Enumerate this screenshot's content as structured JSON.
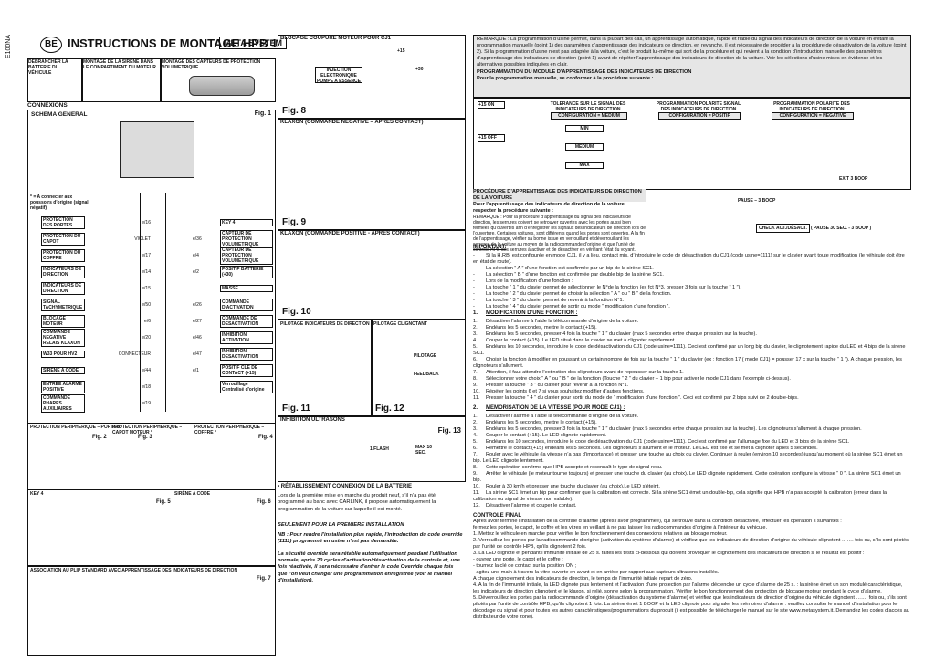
{
  "header": {
    "side_code": "E100NA",
    "brand": "BE",
    "title": "INSTRUCTIONS DE MONTAGE HPB 1",
    "meta_logo": "META SYSTEM"
  },
  "top_panels": [
    "DÉBRANCHER LA BATTERIE DU VÉHICULE",
    "MONTAGE DE LA SIRENE DANS LE COMPARTIMENT DU MOTEUR",
    "MONTAGE DES CAPTEURS DE PROTECTION VOLUMETRIQUE"
  ],
  "connexions": "CONNEXIONS",
  "schema": {
    "title": "SCHEMA GENERAL",
    "fig": "Fig. 1"
  },
  "legend_note": "* = A connecter aux poussoirs d'origine (signal négatif)",
  "left_labels": [
    {
      "label": "PROTECTION DES PORTES",
      "wire": "e/16"
    },
    {
      "label": "PROTECTION DU CAPOT",
      "wire": "VIOLET"
    },
    {
      "label": "PROTECTION DU COFFRE",
      "wire": "e/17"
    },
    {
      "label": "INDICATEURS DE DIRECTION",
      "wire": "e/14"
    },
    {
      "label": "INDICATEURS DE DIRECTION",
      "wire": "e/15"
    },
    {
      "label": "SIGNAL TACHYMETRIQUE",
      "wire": "e/50"
    },
    {
      "label": "BLOCAGE MOTEUR",
      "wire": "e/6"
    },
    {
      "label": "COMMANDE NEGATIVE RELAIS KLAXON",
      "wire": "e/20"
    },
    {
      "label": "W33 POUR HV2",
      "wire": "CONNECTEUR"
    },
    {
      "label": "SIRENE A CODE",
      "wire": "e/44"
    },
    {
      "label": "ENTREE ALARME POSITIVE",
      "wire": "e/18"
    },
    {
      "label": "COMMANDE PHARES AUXILIAIRES",
      "wire": "e/19"
    }
  ],
  "right_labels": [
    {
      "label": "KEY 4"
    },
    {
      "label": "CAPTEUR DE PROTECTION VOLUMETRIQUE",
      "wire": "e/36"
    },
    {
      "label": "CAPTEUR DE PROTECTION VOLUMETRIQUE",
      "wire": "e/4"
    },
    {
      "label": "POSITIF BATTERIE (+30)",
      "wire": "e/2"
    },
    {
      "label": "MASSE",
      "wire": ""
    },
    {
      "label": "COMMANDE D'ACTIVATION",
      "wire": "e/26"
    },
    {
      "label": "COMMANDE DE DESACTIVATION",
      "wire": "e/27"
    },
    {
      "label": "INHIBITION ACTIVATION",
      "wire": "e/46"
    },
    {
      "label": "INHIBITION DESACTIVATION",
      "wire": "e/47"
    },
    {
      "label": "POSITIF CLE DE CONTACT (+15)",
      "wire": "e/1"
    },
    {
      "label": "Verrouillage Centralisé d'origine",
      "wire": ""
    }
  ],
  "figures": {
    "fig8": {
      "title": "BLOCAGE COUPURE MOTEUR POUR CJ1",
      "fig": "Fig. 8",
      "box": "INJECTION ELECTRONIQUE POMPE A ESSENCE",
      "v1": "+15",
      "v2": "+30"
    },
    "fig9": {
      "title": "KLAXON (COMMANDE NÉGATIVE – APRES CONTACT)",
      "fig": "Fig. 9"
    },
    "fig10": {
      "title": "KLAXON (COMMANDE POSITIVE - APRES CONTACT)",
      "fig": "Fig. 10"
    },
    "fig11": {
      "title": "PILOTAGE INDICATEURS DE DIRECTION",
      "fig": "Fig. 11"
    },
    "fig12": {
      "title": "PILOTAGE CLIGNOTANT",
      "fig": "Fig. 12",
      "l1": "PILOTAGE",
      "l2": "FEEDBACK"
    },
    "fig13": {
      "title": "INHIBITION ULTRASONS",
      "fig": "Fig. 13",
      "flash": "1 FLASH",
      "max": "MAX 10 SEC."
    }
  },
  "bottom_left": {
    "periph": [
      "PROTECTION PERIPHERIQUE – PORTES*",
      "PROTECTION PERIPHERIQUE – CAPOT MOTEUR *",
      "PROTECTION PERIPHERIQUE – COFFRE *"
    ],
    "fig2": "Fig. 2",
    "fig3": "Fig. 3",
    "fig4": "Fig. 4",
    "key4": "KEY 4",
    "sirene": "SIRÈNE A CODE",
    "fig5": "Fig. 5",
    "fig6": "Fig. 6",
    "asso": "ASSOCIATION AU PLIP STANDARD AVEC APPRENTISSAGE DES INDICATEURS DE DIRECTION",
    "fig7": "Fig. 7"
  },
  "battery": {
    "title": "• RÉTABLISSEMENT CONNEXION DE LA BATTERIE",
    "p1": "Lors de la première mise en marche du produit neuf, s’il n’a pas été programmé au banc avec CARLINK, il propose automatiquement la programmation de la voiture sur laquelle il est monté.",
    "p2_title": "SEULEMENT POUR LA PREMIERE INSTALLATION",
    "p2": "NB : Pour rendre l'installation plus rapide, l'introduction du code override (1111) programmé en usine n'est pas demandée.",
    "p3": "La sécurité override sera rétablie automatiquement pendant l'utilisation normale, après 20 cycles d'activation/désactivation de la centrale et, une fois réactivée, il sera nécessaire d'entrer le code Override chaque fois que l'on veut changer une programmation enregistrée (voir le manuel d'installation)."
  },
  "remarque": {
    "text": "REMARQUE : La programmation d’usine permet, dans la plupart des cas, un apprentissage automatique, rapide et fiable du signal des indicateurs de direction de la voiture en évitant la programmation manuelle (point 1) des paramètres d’apprentissage des indicateurs de direction, en revanche, il est nécessaire de procéder à la procédure de désactivation de la voiture (point 2). Si la programmation d’usine n’est pas adaptée à la voiture, c’est le produit lui-même qui sort de la procédure et qui revient à la condition d’introduction manuelle des paramètres d’apprentissage des indicateurs de direction (point 1) avant de répéter l’apprentissage des indicateurs de direction de la voiture. Voir les sélections d’usine mises en évidence et les alternatives possibles indiquées en clair.",
    "prog_title": "PROGRAMMATION DU MODULE D’APPRENTISSAGE DES INDICATEURS DE DIRECTION",
    "prog_sub": "Pour la programmation manuelle, se conformer à la procédure suivante :"
  },
  "flow": {
    "c1": "TOLERANCE SUR LE SIGNAL DES INDICATEURS DE DIRECTION",
    "c1b": "CONFIGURATION = MEDIUM",
    "c2": "PROGRAMMATION POLARITE SIGNAL DES INDICATEURS DE DIRECTION",
    "c2b": "CONFIGURATION = POSITIF",
    "c3": "PROGRAMMATION POLARITE DES INDICATEURS DE DIRECTION",
    "c3b": "CONFIGURATION = NEGATIVE",
    "min": "MIN",
    "medium": "MEDIUM",
    "max": "MAX",
    "on": "+15 ON",
    "off": "+15 OFF",
    "exit": "EXIT 3 BOOP"
  },
  "proc2": {
    "title": "PROCÉDURE D’APPRENTISSAGE DES INDICATEURS DE DIRECTION DE LA VOITURE",
    "sub": "Pour l’apprentissage des indicateurs de direction de la voiture, respecter la procédure suivante :",
    "remarque": "REMARQUE : Pour la procédure d’apprentissage du signal des indicateurs de direction, les serrures doivent se retrouver ouvertes avec les portes aussi bien fermées qu’ouvertes afin d’enregistrer les signaux des indicateurs de direction lors de l’ouverture. Certaines voitures, sont différents quand les portes sont ouvertes. A la fin de l’apprentissage, vérifier sa bonne issue en verrouillant et déverrouillant les serrures de la voiture au moyen de la radiocommande d’origine et que l’unité de contrôle HPB des serrures à activer et de désactiver en vérifiant l’état du voyant.",
    "check": "CHECK ACT./DÉSACT.",
    "pause": "( PAUSE 30 SEC. - 3 BOOP )",
    "pause2": "PAUSE – 3 BOOP"
  },
  "important": {
    "title": "IMPORTANT:",
    "items": [
      "Si la H.RB. est configurée en mode CJ1, il y a lieu, contact mis, d’introduire le code de désactivation du CJ1 (code usine=1111) sur le clavier avant toute modification (le véhicule doit être en état de route).",
      "La sélection “ A ” d’une fonction est confirmée par un bip de la sirène SC1.",
      "La sélection “ B ” d’une fonction est confirmée par double bip de la sirène SC1.",
      "Lors de la modification d’une fonction :",
      "La touche “ 1 ” du clavier permet de sélectionner le N°de la fonction (ex fct N°3, presser 3 fois sur la touche “ 1 ”).",
      "La touche “ 2 ” du clavier permet de choisir la sélection “ A ” ou “ B ” de la fonction.",
      "La touche “ 3 ” du clavier permet de revenir à la fonction N°1.",
      "La touche “ 4 ” du clavier permet de sortir du mode “ modification d’une fonction ”."
    ]
  },
  "section1": {
    "num": "1.",
    "title": "MODIFICATION D’UNE FONCTION :",
    "items": [
      "Désactiver l’alarme à l’aide la télécommande d’origine de la voiture.",
      "Endéans les 5 secondes, mettre le contact (+15).",
      "Endéans les 5 secondes, presser 4 fois la touche “ 1 ” du clavier (max 5 secondes entre chaque pression sur la touche).",
      "Couper le contact (+15). Le LED situé dans le clavier se met à clignoter rapidement.",
      "Endéans les 10 secondes, introduire le code de désactivation du CJ1 (code usine=1111). Ceci est confirmé par un long bip du clavier, le clignotement rapide du LED et 4 bips de la sirène SC1.",
      "Choisir la fonction à modifier en poussant un certain nombre de fois sur la touche “ 1 ” du clavier (ex : fonction 17 ( mode CJ1) = pousser 17 x sur la touche “ 1 ”). A chaque pression, les clignoteurs s’allument.",
      "Attention, il faut attendre l’extinction des clignoteurs avant de repousser sur la touche 1.",
      "Sélectionner votre choix “ A ” ou “ B ” de la fonction (Touche “ 2 ” du clavier – 1 bip pour activer le mode CJ1 dans l’exemple ci-dessus).",
      "Presser la touche “ 3 ” du clavier pour revenir à la fonction N°1.",
      "Répéter les points 6 et 7 si vous souhaitez modifier d’autres fonctions.",
      "Presser la touche “ 4 ” du clavier pour sortir du mode de “ modification d’une fonction ”. Ceci est confirmé par 2 bips suivi de 2 double-bips."
    ]
  },
  "section2": {
    "num": "2.",
    "title": "MEMORISATION DE LA VITESSE (POUR MODE CJ1) :",
    "items": [
      "Désactiver l’alarme à l’aide la télécommande d’origine de la voiture.",
      "Endéans les 5 secondes, mettre le contact (+15).",
      "Endéans les 5 secondes, presser 3 fois la touche “ 1 ” du clavier (max 5 secondes entre chaque pression sur la touche). Les clignoteurs s’allument à chaque pression.",
      "Couper le contact (+15). Le LED clignote rapidement.",
      "Endéans les 10 secondes, introduire le code de désactivation du CJ1 (code usine=1111). Ceci est confirmé par l’allumage fixe du LED et 3 bips de la sirène SC1.",
      "Remettre le contact (+15) endéans les 5 secondes. Les clignoteurs s’allument et le moteur. Le LED est fixe et se met à clignoter après 5 secondes.",
      "Rouler avec le véhicule (la vitesse n’a pas d’importance) et presser une touche au choix du clavier. Continuer à rouler (environ 10 secondes) jusqu’au moment où la sirène SC1 émet un bip. Le LED clignote lentement.",
      "Cette opération confirme que HPB accepte et reconnaît le type de signal reçu.",
      "Arrêter le véhicule (le moteur tourne toujours) et presser une touche du clavier (au choix). Le LED clignote rapidement. Cette opération configure la vitesse “ 0 ”. La sirène SC1 émet un bip.",
      "Rouler à 30 km/h et presser une touche du clavier (au choix).Le LED s’éteint.",
      "La sirène SC1 émet un bip pour confirmer que la calibration est correcte. Si la sirène SC1 émet un double-bip, cela signifie que HPB n’a pas accepté la calibration (erreur dans la calibration ou signal de vitesse non valable).",
      "Désactiver l’alarme et couper le contact."
    ]
  },
  "controle": {
    "title": "CONTROLE FINAL",
    "intro": "Après avoir terminé l’installation de la centrale d’alarme (après l’avoir programmée), qui se trouve dans la condition désactivée, effectuer les opération s suivantes :",
    "intro2": "fermez les portes, le capot, le coffre et les vitres en veillant à ne pas laisser les radiocommandes d’origine à l’intérieur du véhicule.",
    "items": [
      "1. Mettez le véhicule en marche pour vérifier le bon fonctionnement des connexions relatives au blocage moteur.",
      "2. Verrouillez les portes par la radiocommande d’origine (activation du système d’alarme) et vérifiez que les indicateurs de direction d’origine du véhicule clignotent ……. fois ou, s’ils sont pilotés par l’unité de contrôle HPB, qu’ils clignotent 2 fois.",
      "3. La LED clignote et pendant l’immunité initiale de 25 s. faites les tests ci-dessous qui doivent provoquer le clignotement des indicateurs de direction si le résultat est positif :",
      "- ouvrez une porte, le capot et le coffre ;",
      "- tournez la clé de contact sur la position ON ;",
      "- agitez une main à travers la vitre ouverte en avant et en arrière par rapport aux capteurs ultrasons installés.",
      "A chaque clignotement des indicateurs de direction, le temps de l’immunité initiale repart de zéro.",
      "4. A la fin de l’immunité initiale, la LED clignote plus lentement et l’activation d’une protection par l’alarme déclenche un cycle d’alarme de 25 s. : la sirène émet un son modulé caractéristique, les indicateurs de direction clignotent et le klaxon, si relié, sonne selon la programmation. Vérifier le bon fonctionnement des protection de blocage moteur pendant le cycle d’alarme.",
      "5. Déverrouillez les portes par la radiocommande d’origine (désactivation du système d’alarme) et vérifiez que les indicateurs de direction d’origine du véhicule clignotent ……. fois ou, s’ils sont pilotés par l’unité de contrôle HPB, qu’ils clignotent 1 fois. La sirène émet 1 BOOP et la LED clignote pour signaler les mémoires d’alarme : veuillez consulter le manuel d’installation pour le décodage du signal et pour toutes les autres caractéristiques/programmations du produit (il est possible de télécharger le manuel sur le site www.metasystem.it. Demandez les codes d’accès au distributeur de votre zone)."
    ]
  }
}
